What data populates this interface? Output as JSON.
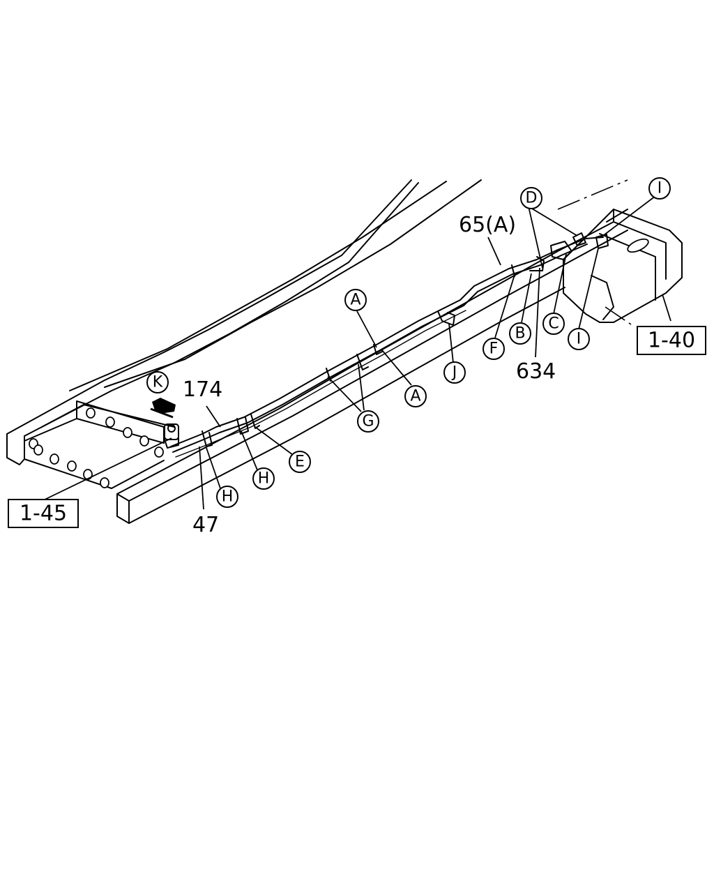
{
  "callouts": {
    "k": "K",
    "a_top": "A",
    "a_bottom": "A",
    "b": "B",
    "c": "C",
    "d": "D",
    "e": "E",
    "f": "F",
    "g": "G",
    "h_left": "H",
    "h_mid": "H",
    "i_top": "I",
    "i_bottom": "I",
    "j": "J"
  },
  "part_numbers": {
    "p174": "174",
    "p65a": "65(A)",
    "p634": "634",
    "p47": "47"
  },
  "references": {
    "ref_1_40": "1-40",
    "ref_1_45": "1-45"
  }
}
